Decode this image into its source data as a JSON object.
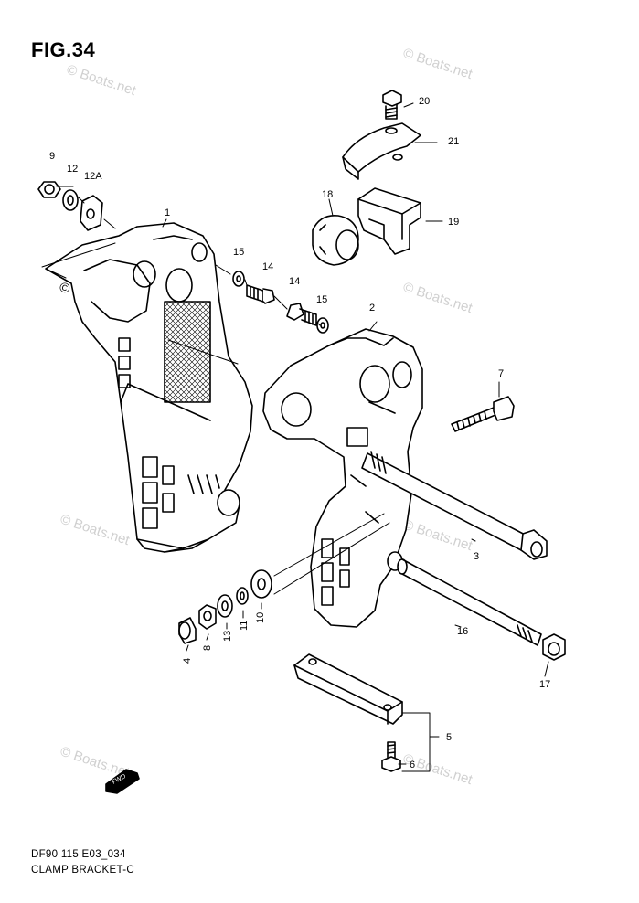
{
  "figure": {
    "title": "FIG.34",
    "code": "DF90 115 E03_034",
    "caption": "CLAMP BRACKET-C"
  },
  "watermark": {
    "text": "© Boats.net",
    "color": "#d0d0d0"
  },
  "arrow_label": "FWD",
  "callouts": [
    "20",
    "21",
    "9",
    "12",
    "12A",
    "18",
    "19",
    "1",
    "15",
    "14",
    "14",
    "15",
    "2",
    "7",
    "3",
    "10",
    "11",
    "13",
    "8",
    "4",
    "16",
    "17",
    "5",
    "6"
  ]
}
